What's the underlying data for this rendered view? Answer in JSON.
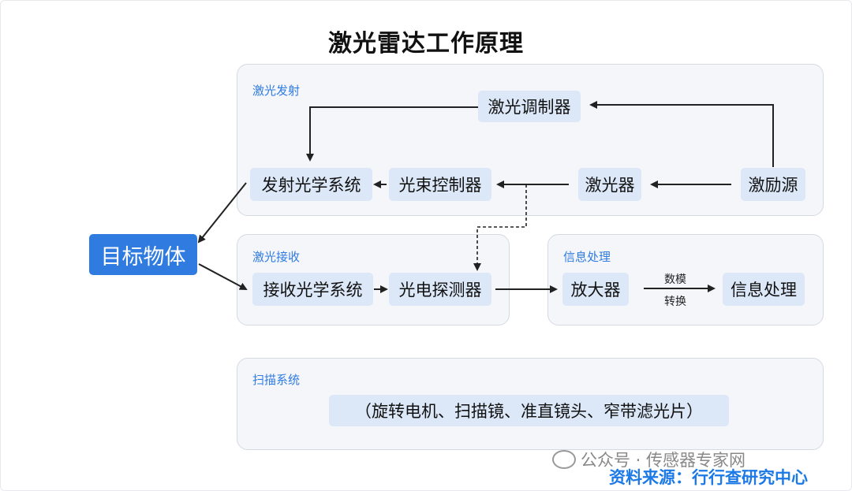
{
  "title": "激光雷达工作原理",
  "sections": {
    "emit": "激光发射",
    "receive": "激光接收",
    "process": "信息处理",
    "scan": "扫描系统"
  },
  "nodes": {
    "modulator": "激光调制器",
    "tx_optics": "发射光学系统",
    "beam_ctrl": "光束控制器",
    "laser": "激光器",
    "pump": "激励源",
    "target": "目标物体",
    "rx_optics": "接收光学系统",
    "detector": "光电探测器",
    "amplifier": "放大器",
    "info_proc": "信息处理",
    "scan_parts": "（旋转电机、扫描镜、准直镜头、窄带滤光片）"
  },
  "conversion": {
    "line1": "数模",
    "line2": "转换"
  },
  "footer": {
    "wechat": "公众号 · 传感器专家网",
    "source": "资料来源：行行查研究中心"
  }
}
